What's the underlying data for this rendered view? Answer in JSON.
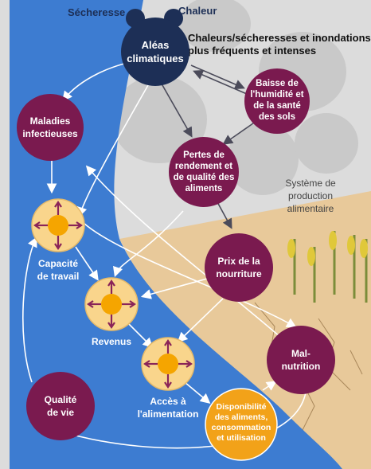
{
  "top_labels": {
    "secheresse": "Sécheresse",
    "chaleur": "Chaleur"
  },
  "headline": {
    "line1": "Chaleurs/sécheresses et inondations",
    "line2": "plus fréquents et intenses"
  },
  "nodes": {
    "aleas": {
      "line1": "Aléas",
      "line2": "climatiques"
    },
    "baisse": {
      "line1": "Baisse de",
      "line2": "l'humidité et",
      "line3": "de la santé",
      "line4": "des sols"
    },
    "maladies": {
      "line1": "Maladies",
      "line2": "infectieuses"
    },
    "pertes": {
      "line1": "Pertes de",
      "line2": "rendement et",
      "line3": "de qualité des",
      "line4": "aliments"
    },
    "prix": {
      "line1": "Prix de la",
      "line2": "nourriture"
    },
    "malnutrition": {
      "line1": "Mal-",
      "line2": "nutrition"
    },
    "qualite": {
      "line1": "Qualité",
      "line2": "de vie"
    },
    "disponibilite": {
      "line1": "Disponibilité",
      "line2": "des aliments,",
      "line3": "consommation",
      "line4": "et utilisation"
    }
  },
  "hubs": {
    "capacite": {
      "line1": "Capacité",
      "line2": "de travail"
    },
    "revenus": {
      "line1": "Revenus"
    },
    "acces": {
      "line1": "Accès à",
      "line2": "l'alimentation"
    }
  },
  "systeme": {
    "line1": "Système de",
    "line2": "production",
    "line3": "alimentaire"
  },
  "colors": {
    "navy": "#1d2f56",
    "plum": "#7a1a4f",
    "blue": "#3d7cd1",
    "sand": "#e8c99a",
    "hub_fill": "#f9d58c",
    "hub_center": "#f5a500",
    "orange": "#f2a219",
    "grey_bg": "#dedede"
  }
}
